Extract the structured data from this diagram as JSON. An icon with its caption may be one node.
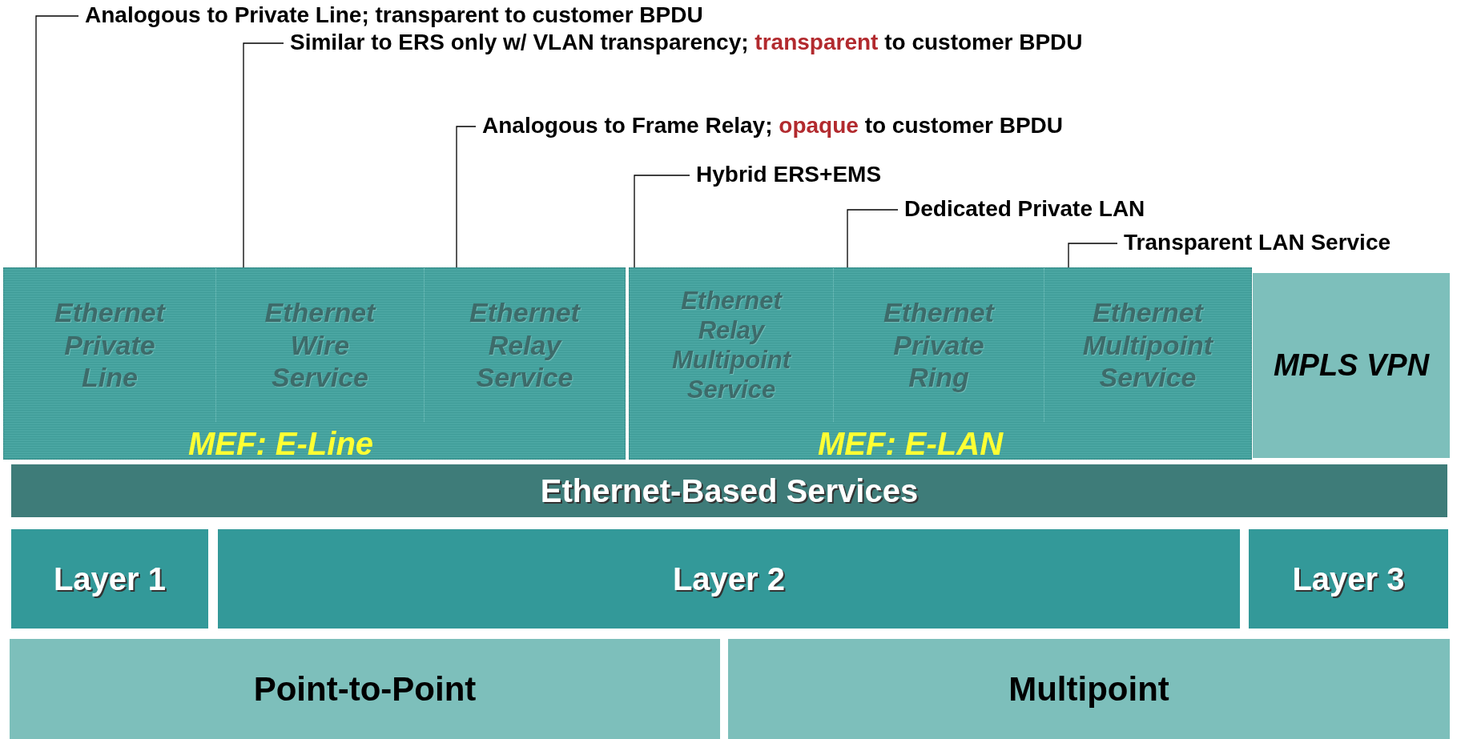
{
  "diagram": {
    "nodes": [
      {
        "text": [
          "MEF: E-Line"
        ]
      },
      {
        "text": [
          "Ethernet Private Line"
        ],
        "in": 0
      },
      {
        "text": [
          "Ethernet Wire Service"
        ],
        "in": 0
      },
      {
        "text": [
          "Ethernet Relay Service"
        ],
        "in": 0
      },
      {
        "text": [
          "MEF: E-LAN"
        ]
      },
      {
        "text": [
          "Ethernet Relay Multipoint Service"
        ],
        "in": 4
      },
      {
        "text": [
          "Ethernet Private Ring"
        ],
        "in": 4
      },
      {
        "text": [
          "Ethernet Multipoint Service"
        ],
        "in": 4
      },
      {
        "text": [
          "MPLS VPN"
        ]
      },
      {
        "text": [
          "Ethernet-Based Services"
        ]
      },
      {
        "text": [
          "Layer 1"
        ]
      },
      {
        "text": [
          "Layer 2"
        ]
      },
      {
        "text": [
          "Layer 3"
        ]
      },
      {
        "text": [
          "Point-to-Point"
        ]
      },
      {
        "text": [
          "Multipoint"
        ]
      },
      {
        "text": [
          "Analogous to Private Line; transparent to customer BPDU"
        ]
      },
      {
        "text": [
          "Similar to ERS only w/ VLAN transparency; **transparent** to customer BPDU"
        ]
      },
      {
        "text": [
          "Analogous to Frame Relay; **opaque** to customer BPDU"
        ]
      },
      {
        "text": [
          "Hybrid ERS+EMS"
        ]
      },
      {
        "text": [
          "Dedicated Private LAN"
        ]
      },
      {
        "text": [
          "Transparent LAN Service"
        ]
      }
    ],
    "edges": [
      {
        "from": 15,
        "to": 1,
        "arrow": "none"
      },
      {
        "from": 16,
        "to": 2,
        "arrow": "none"
      },
      {
        "from": 17,
        "to": 3,
        "arrow": "none"
      },
      {
        "from": 18,
        "to": 5,
        "arrow": "none"
      },
      {
        "from": 19,
        "to": 6,
        "arrow": "none"
      },
      {
        "from": 20,
        "to": 7,
        "arrow": "none"
      }
    ]
  }
}
